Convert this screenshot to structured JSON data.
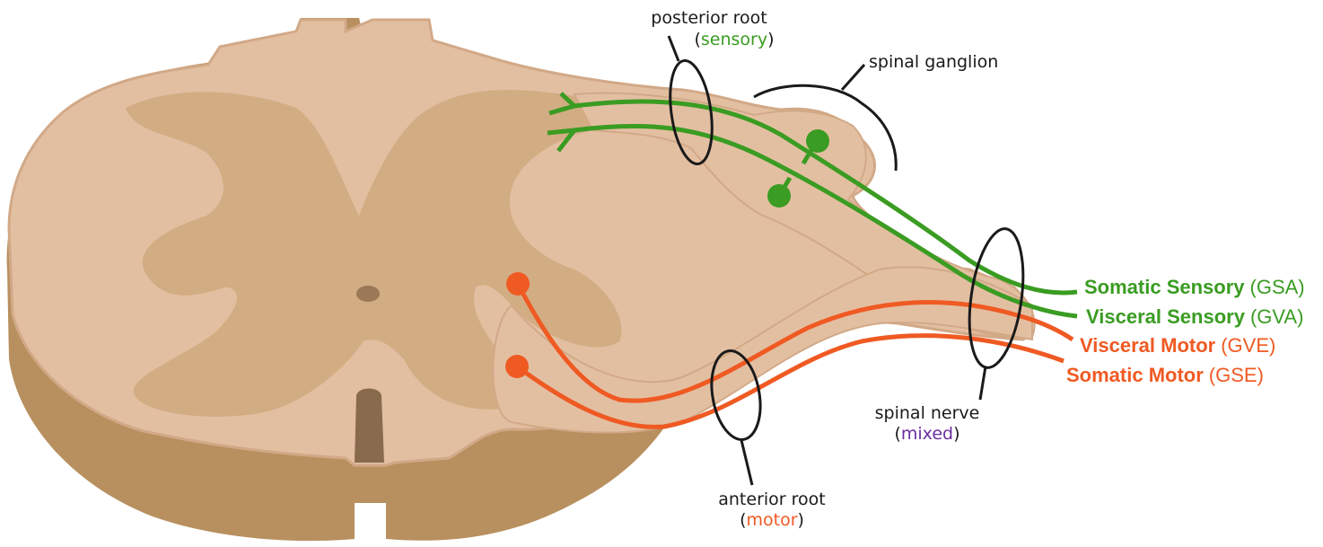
{
  "colors": {
    "cord_side": "#b8905f",
    "cord_top": "#e3bfa2",
    "gray_matter": "#d2ad84",
    "gray_matter_dark": "#c59f75",
    "canal": "#8a6a4d",
    "sensory": "#3a9c22",
    "motor": "#ef5a23",
    "mixed": "#6a2ca0",
    "outline": "#1a1a1a"
  },
  "labels": {
    "posterior_root": {
      "name": "posterior root",
      "type": "sensory"
    },
    "spinal_ganglion": {
      "name": "spinal ganglion"
    },
    "spinal_nerve": {
      "name": "spinal nerve",
      "type": "mixed"
    },
    "anterior_root": {
      "name": "anterior root",
      "type": "motor"
    }
  },
  "fibers": [
    {
      "name": "Somatic Sensory",
      "code": "(GSA)",
      "kind": "sensory"
    },
    {
      "name": "Visceral Sensory",
      "code": "(GVA)",
      "kind": "sensory"
    },
    {
      "name": "Visceral Motor",
      "code": "(GVE)",
      "kind": "motor"
    },
    {
      "name": "Somatic Motor",
      "code": "(GSE)",
      "kind": "motor"
    }
  ]
}
